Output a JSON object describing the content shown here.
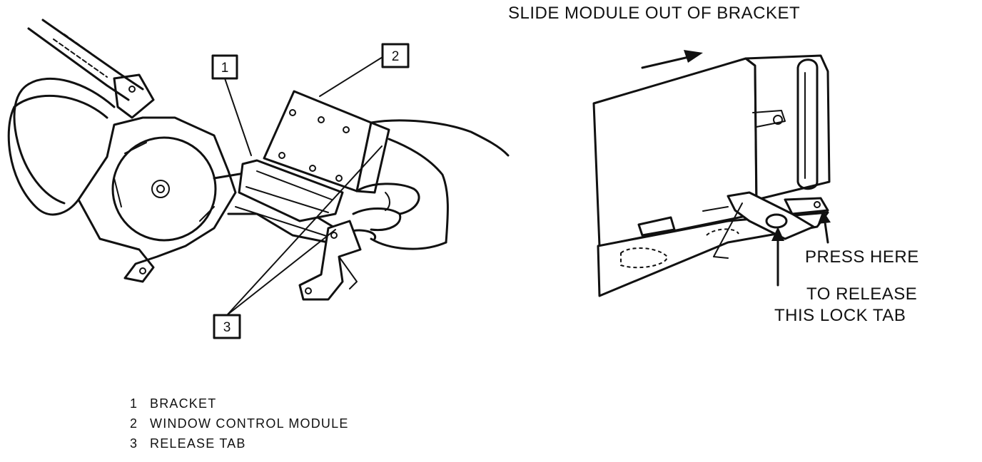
{
  "right_title": "SLIDE MODULE  OUT OF BRACKET",
  "callouts": [
    {
      "id": "1",
      "label": "1"
    },
    {
      "id": "2",
      "label": "2"
    },
    {
      "id": "3",
      "label": "3"
    }
  ],
  "press_here": "PRESS  HERE",
  "release_line1": "TO RELEASE",
  "release_line2": "THIS LOCK TAB",
  "legend": [
    {
      "num": "1",
      "text": "BRACKET"
    },
    {
      "num": "2",
      "text": "WINDOW CONTROL MODULE"
    },
    {
      "num": "3",
      "text": "RELEASE TAB"
    }
  ]
}
